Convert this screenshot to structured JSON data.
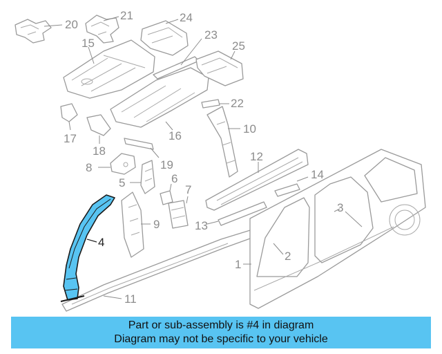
{
  "diagram": {
    "highlight_color": "#58c4f2",
    "highlighted_part": "4",
    "callouts": {
      "c1": "1",
      "c2": "2",
      "c3": "3",
      "c4": "4",
      "c5": "5",
      "c6": "6",
      "c7": "7",
      "c8": "8",
      "c9": "9",
      "c10": "10",
      "c11": "11",
      "c12": "12",
      "c13": "13",
      "c14": "14",
      "c15": "15",
      "c16": "16",
      "c17": "17",
      "c18": "18",
      "c19": "19",
      "c20": "20",
      "c21": "21",
      "c22": "22",
      "c23": "23",
      "c24": "24",
      "c25": "25"
    }
  },
  "caption": {
    "line1": "Part or sub-assembly is #4 in diagram",
    "line2": "Diagram may not be specific to your vehicle"
  }
}
